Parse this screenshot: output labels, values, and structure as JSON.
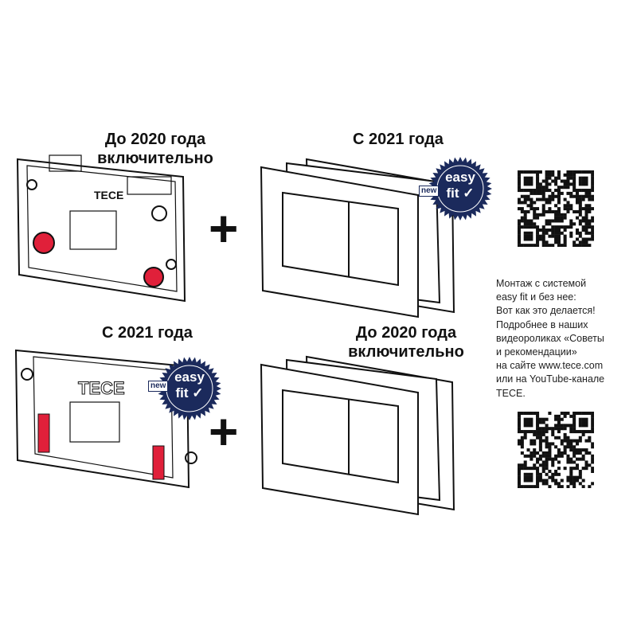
{
  "panels": {
    "top_left": {
      "heading_line1": "До 2020 года",
      "heading_line2": "включительно"
    },
    "top_right": {
      "heading": "С 2021 года"
    },
    "bottom_left": {
      "heading": "С 2021 года"
    },
    "bottom_right": {
      "heading_line1": "До 2020 года",
      "heading_line2": "включительно"
    }
  },
  "plus_sign": "+",
  "badge": {
    "line1": "easy",
    "line2": "fit ✓",
    "new_label": "new",
    "color": "#1b2a5c"
  },
  "plate_logo": "TECE",
  "info_text": [
    "Монтаж с системой",
    "easy fit и без нее:",
    "Вот как это делается!",
    "Подробнее в наших",
    "видеороликах «Советы",
    "и рекомендации»",
    "на сайте www.tece.com",
    "или на YouTube-канале",
    "TECE."
  ],
  "accent_red": "#e0203a"
}
